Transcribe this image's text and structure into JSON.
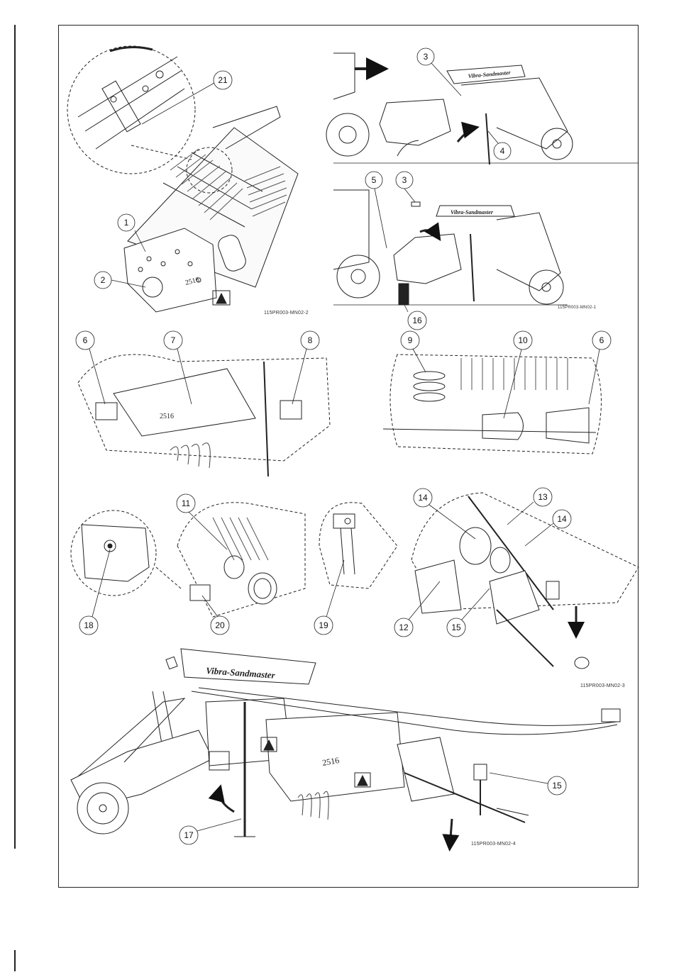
{
  "figure_refs": {
    "top_left": "115PR003-MN02-2",
    "top_right": "115PR003-MN02-1",
    "middle_right": "115PR003-MN02-3",
    "bottom": "115PR003-MN02-4"
  },
  "brand_text": "Vibra-Sandmaster",
  "model_text": "2516",
  "callouts": {
    "c1": "1",
    "c2": "2",
    "c3a": "3",
    "c3b": "3",
    "c4": "4",
    "c5": "5",
    "c6a": "6",
    "c6b": "6",
    "c7": "7",
    "c8": "8",
    "c9": "9",
    "c10": "10",
    "c11": "11",
    "c12": "12",
    "c13": "13",
    "c14a": "14",
    "c14b": "14",
    "c15a": "15",
    "c15b": "15",
    "c16": "16",
    "c17": "17",
    "c18": "18",
    "c19": "19",
    "c20": "20",
    "c21": "21"
  },
  "icons": [
    "directional-arrow-icon",
    "rotation-arrow-icon",
    "warning-decal-icon"
  ]
}
